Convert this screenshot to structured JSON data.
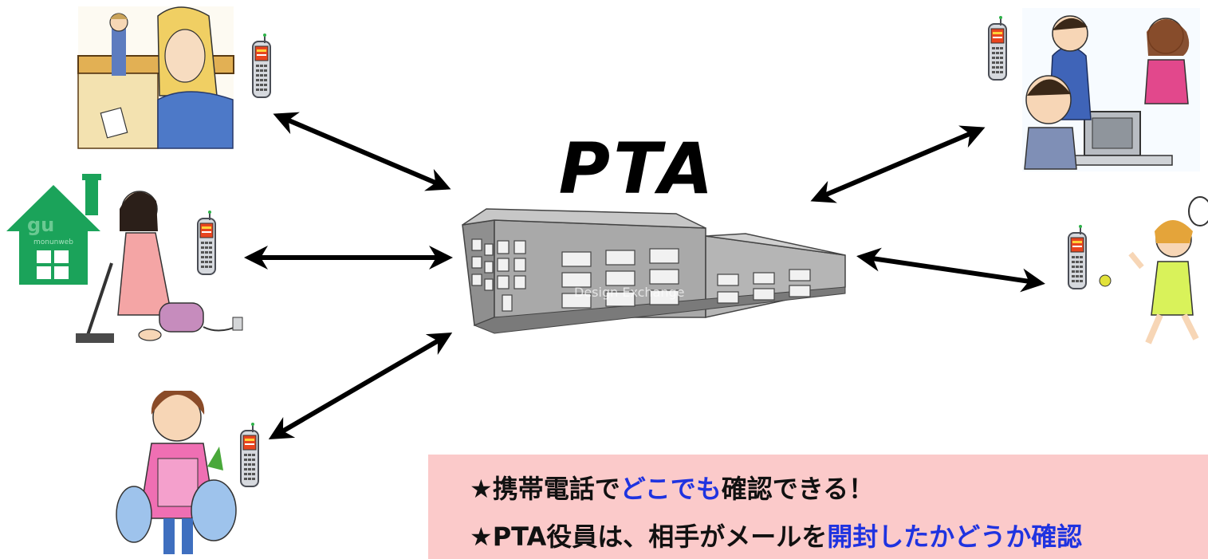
{
  "title": "PTA",
  "house_logo_text": "gu",
  "house_logo_subtext": "monunweb",
  "building_watermark": "Design Exchange",
  "callout": {
    "line1_prefix": "★携帯電話で",
    "line1_highlight": "どこでも",
    "line1_suffix": "確認できる！",
    "line2_prefix": "★PTA役員は、相手がメールを",
    "line2_highlight": "開封したかどうか確認"
  },
  "colors": {
    "callout_bg": "#fbcaca",
    "highlight": "#1f33e0",
    "house_green": "#1ba35a",
    "phone_screen": "#e8451f"
  },
  "icons": [
    "school-building-icon",
    "mobile-phone-icon",
    "house-icon",
    "double-arrow-icon"
  ]
}
